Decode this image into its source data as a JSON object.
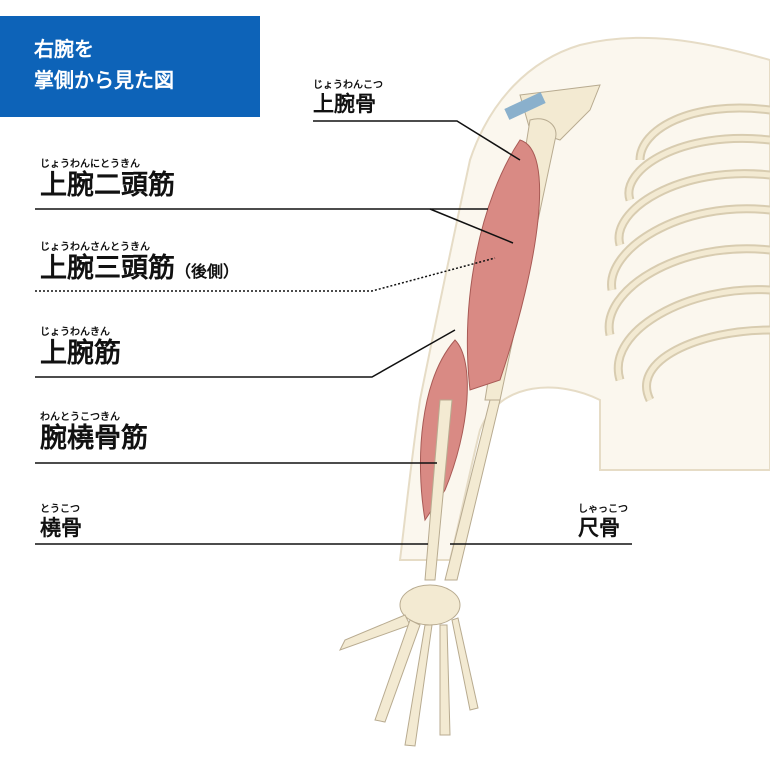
{
  "title": {
    "line1": "右腕を",
    "line2": "掌側から見た図"
  },
  "labels": {
    "humerus": {
      "ruby": "じょうわんこつ",
      "text": "上腕骨"
    },
    "biceps": {
      "ruby": "じょうわんにとうきん",
      "text": "上腕二頭筋"
    },
    "triceps": {
      "ruby": "じょうわんさんとうきん",
      "text": "上腕三頭筋",
      "note": "（後側）"
    },
    "brachialis": {
      "ruby": "じょうわんきん",
      "text": "上腕筋"
    },
    "brachioradialis": {
      "ruby": "わんとうこつきん",
      "text": "腕橈骨筋"
    },
    "radius": {
      "ruby": "とうこつ",
      "text": "橈骨"
    },
    "ulna": {
      "ruby": "しゃっこつ",
      "text": "尺骨"
    }
  },
  "colors": {
    "title_bg": "#0d63b8",
    "muscle": "#d98a84",
    "bone": "#f3ead2",
    "skin_outline": "#e6dcc6"
  }
}
